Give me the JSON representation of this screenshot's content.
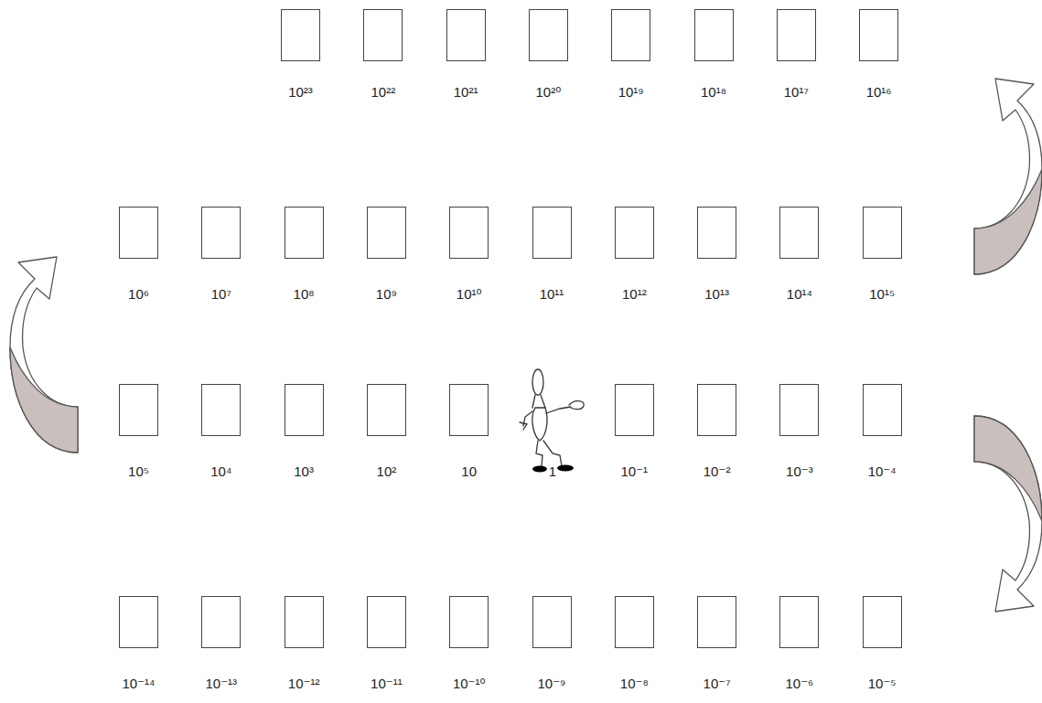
{
  "diagram": {
    "nodes": [
      {
        "text": [
          "10²³"
        ]
      },
      {
        "text": [
          "10²²"
        ]
      },
      {
        "text": [
          "10²¹"
        ]
      },
      {
        "text": [
          "10²⁰"
        ]
      },
      {
        "text": [
          "10¹⁹"
        ]
      },
      {
        "text": [
          "10¹⁸"
        ]
      },
      {
        "text": [
          "10¹⁷"
        ]
      },
      {
        "text": [
          "10¹⁶"
        ]
      },
      {
        "text": [
          "10⁶"
        ]
      },
      {
        "text": [
          "10⁷"
        ]
      },
      {
        "text": [
          "10⁸"
        ]
      },
      {
        "text": [
          "10⁹"
        ]
      },
      {
        "text": [
          "10¹⁰"
        ]
      },
      {
        "text": [
          "10¹¹"
        ]
      },
      {
        "text": [
          "10¹²"
        ]
      },
      {
        "text": [
          "10¹³"
        ]
      },
      {
        "text": [
          "10¹⁴"
        ]
      },
      {
        "text": [
          "10¹⁵"
        ]
      },
      {
        "text": [
          "10⁵"
        ]
      },
      {
        "text": [
          "10⁴"
        ]
      },
      {
        "text": [
          "10³"
        ]
      },
      {
        "text": [
          "10²"
        ]
      },
      {
        "text": [
          "10"
        ]
      },
      {
        "text": [
          "10⁻¹"
        ]
      },
      {
        "text": [
          "10⁻²"
        ]
      },
      {
        "text": [
          "10⁻³"
        ]
      },
      {
        "text": [
          "10⁻⁴"
        ]
      },
      {
        "text": [
          "10⁻¹⁴"
        ]
      },
      {
        "text": [
          "10⁻¹³"
        ]
      },
      {
        "text": [
          "10⁻¹²"
        ]
      },
      {
        "text": [
          "10⁻¹¹"
        ]
      },
      {
        "text": [
          "10⁻¹⁰"
        ]
      },
      {
        "text": [
          "10⁻⁹"
        ]
      },
      {
        "text": [
          "10⁻⁸"
        ]
      },
      {
        "text": [
          "10⁻⁷"
        ]
      },
      {
        "text": [
          "10⁻⁶"
        ]
      },
      {
        "text": [
          "10⁻⁵"
        ]
      }
    ],
    "labels": [
      "1"
    ]
  }
}
